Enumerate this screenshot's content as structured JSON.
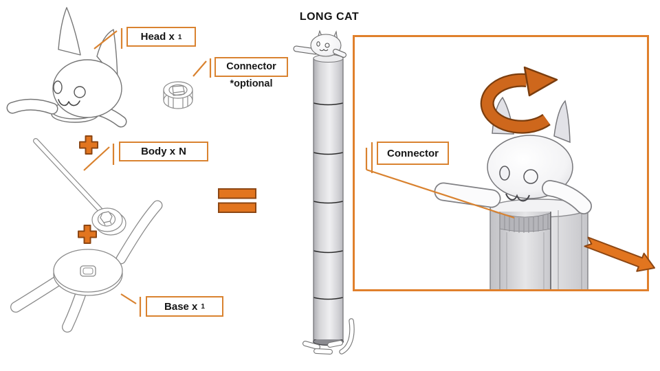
{
  "title": "LONG CAT",
  "colors": {
    "accent_orange": "#D9822F",
    "shape_orange": "#E2751F",
    "shape_outline": "#8C4613",
    "panel_border": "#E0802C"
  },
  "parts_labels": {
    "head": {
      "text": "Head x",
      "qty": "1"
    },
    "connector": {
      "text": "Connector",
      "note": "*optional"
    },
    "body": {
      "text": "Body x",
      "qty": "N"
    },
    "base": {
      "text": "Base x",
      "qty": "1"
    }
  },
  "detail_view": {
    "connector_label": "Connector"
  },
  "icons": {
    "plus": "plus-icon",
    "equals": "equals-icon",
    "rotate": "rotate-arrow-icon",
    "slide": "slide-arrow-icon"
  }
}
